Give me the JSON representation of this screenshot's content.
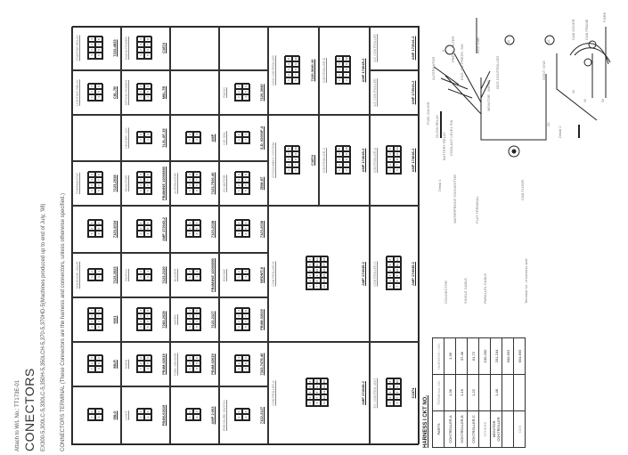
{
  "header": {
    "attach": "Attach to W/L No.: TT173E-01",
    "title": "CONECTORS",
    "models": "EX300-5,300LC-5,330LC-5,350H-5,350LCH-5,370-5,370HD-5(Machines produced up to end of July, '98)",
    "terminal_note": "CONNECTORS TERMINAL (These Connectors are the harness and connectors, unless otherwise specified.)"
  },
  "cells": [
    {
      "title": "",
      "code": "58LG"
    },
    {
      "title": "",
      "code": "58LR"
    },
    {
      "title": "",
      "code": "NW1"
    },
    {
      "title": "SOLENOID VALVE",
      "code": "7123-3023"
    },
    {
      "title": "",
      "code": "7123-3034"
    },
    {
      "title": "THERMOSTAT",
      "code": "7123-2038"
    },
    {
      "title": "",
      "code": ""
    },
    {
      "title": "LIGHTING RELAY",
      "code": "C6L-7B"
    },
    {
      "title": "STARTER RELAY",
      "code": "7222-4833"
    },
    {
      "title": "LIGHT",
      "code": "PB4M-02619"
    },
    {
      "title": "HORN",
      "code": "PB4M-02619"
    },
    {
      "title": "",
      "code": "7283-2028"
    },
    {
      "title": "SWITCH",
      "code": "7123-2120"
    },
    {
      "title": "",
      "code": "AMP 172043-2"
    },
    {
      "title": "RESISTOR",
      "code": "PB4M4NE 12000850"
    },
    {
      "title": "HEATER / A/C",
      "code": "7L3L-6F-15"
    },
    {
      "title": "OPTION POWER",
      "code": "M6L-7B"
    },
    {
      "title": "RADIO POWER",
      "code": "C1874"
    },
    {
      "title": "",
      "code": "AMP 2.003"
    },
    {
      "title": "FUEL SENSOR",
      "code": "PB4M-02619"
    },
    {
      "title": "WIPER",
      "code": "7122-2127"
    },
    {
      "title": "BUZZER",
      "code": "PB4M4NE 12000850"
    },
    {
      "title": "",
      "code": "7123-2038"
    },
    {
      "title": "ALTERNATOR",
      "code": "7123-7520-40"
    },
    {
      "title": "",
      "code": "AMP"
    },
    {
      "title": "",
      "code": ""
    },
    {
      "title": "",
      "code": ""
    },
    {
      "title": "PRESSURE SWITCH",
      "code": "7122-2127"
    },
    {
      "title": "",
      "code": "7322-7475-40"
    },
    {
      "title": "",
      "code": "PB4M-02619"
    },
    {
      "title": "ENGINE",
      "code": "BRDMT-8"
    },
    {
      "title": "",
      "code": "7123-2038"
    },
    {
      "title": "EC MOTOR",
      "code": "ZBM-8T"
    },
    {
      "title": "CIG SOL.",
      "code": "S.D. 02000F-4"
    },
    {
      "title": "RADIO",
      "code": "7120-3040"
    },
    {
      "title": "",
      "code": ""
    },
    {
      "title": "CONTROLLER-A",
      "code": "AMP 174045-2"
    },
    {
      "title": "CONTROLLER-B",
      "code": "AMP 174045-2"
    },
    {
      "title": "ATTACHMENT SYSTEM",
      "code": "C1874"
    },
    {
      "title": "DOS CONTROLLER",
      "code": "7120-3040-10"
    },
    {
      "title": "CONTROLLER-C",
      "code": "AMP 174045-2"
    },
    {
      "title": "CONTROLLER-B",
      "code": "AMP 174045-2"
    },
    {
      "title": "EX. CONTROL UNIT",
      "code": "C1874"
    },
    {
      "title": "CONTROLLER-C",
      "code": "AMP 174045-2"
    },
    {
      "title": "CONTROLLER-A",
      "code": "AMP 174046-2"
    },
    {
      "title": "A/C CONTROLLER",
      "code": "AMP 172043-2"
    },
    {
      "title": "A/C CONTROLLER",
      "code": "AMP 172041-2"
    }
  ],
  "harness": {
    "title": "HARNESS I CKT NO.",
    "headers": [
      "PARTS",
      "TERMINAL NO.",
      "HARNESS I NO."
    ],
    "rows": [
      [
        "CONTROLLER-A",
        "1-36",
        "1-36"
      ],
      [
        "CONTROLLER-B",
        "1-16",
        "37-46"
      ],
      [
        "CONTROLLER-C",
        "1-22",
        "61-72"
      ],
      [
        "OTHERS",
        "",
        "100-200"
      ],
      [
        "MONITOR CONTROLLER",
        "1-48",
        "201-244"
      ],
      [
        "",
        "",
        "900-952"
      ],
      [
        "ODS",
        "",
        "654-659"
      ]
    ]
  },
  "legend": {
    "items": [
      "WATERPROOF CONNECTOR",
      "FLAT TERMINAL",
      "CONNECTOR",
      "SINGLE CABLE",
      "PARALLEL CABLE",
      "Terminal No. of harness side"
    ]
  },
  "detail1": {
    "title": "Detail 1",
    "labels": [
      "ALTERNATOR",
      "FUEL GAUGE",
      "GLOW RELAY",
      "BATTERY RELAY",
      "COOLANT LEVEL SW",
      "PRESS. FILTER",
      "ENG. OIL PRESS. SW",
      "MONITOR",
      "WIPER",
      "ODS CONTROLLER",
      "ACC CAB",
      "CONT. GND",
      "CAB FLOOR"
    ],
    "callouts": [
      "9",
      "11",
      "12",
      "20"
    ]
  },
  "detail2": {
    "title": "Detail 2",
    "labels": [
      "CAB COVER",
      "CAB FRAME",
      "F.BRK",
      "W",
      "W",
      "W"
    ]
  }
}
